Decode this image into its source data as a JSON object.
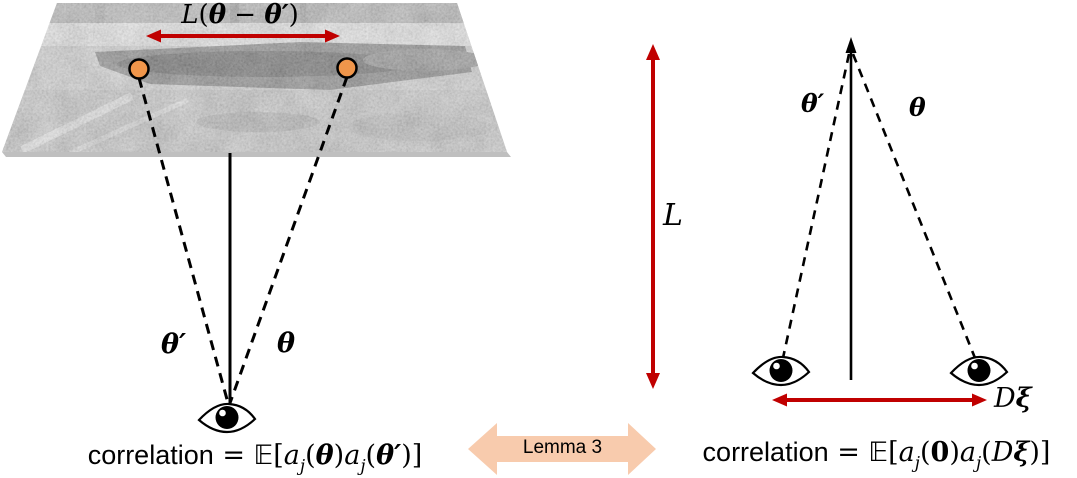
{
  "colors": {
    "arrow_red": "#C00000",
    "dot_orange": "#F0964B",
    "lemma_fill": "#F8CBAD"
  },
  "left_panel": {
    "top_label": [
      {
        "t": "L",
        "c": "it"
      },
      {
        "t": "(",
        "c": "rm"
      },
      {
        "t": "θ",
        "c": "bi"
      },
      {
        "t": " − ",
        "c": "rm"
      },
      {
        "t": "θ′",
        "c": "bi"
      },
      {
        "t": ")",
        "c": "rm"
      }
    ],
    "theta_prime_label": [
      {
        "t": "θ′",
        "c": "bi"
      }
    ],
    "theta_label": [
      {
        "t": "θ",
        "c": "bi"
      }
    ],
    "formula": [
      {
        "t": "correlation",
        "c": "sf"
      },
      {
        "t": " = ",
        "c": "rm"
      },
      {
        "t": "𝔼",
        "c": "bb"
      },
      {
        "t": "[",
        "c": "rm"
      },
      {
        "t": "a",
        "c": "it"
      },
      {
        "t": "j",
        "c": "sub"
      },
      {
        "t": "(",
        "c": "rm"
      },
      {
        "t": "θ",
        "c": "bi"
      },
      {
        "t": ")",
        "c": "rm"
      },
      {
        "t": "a",
        "c": "it"
      },
      {
        "t": "j",
        "c": "sub"
      },
      {
        "t": "(",
        "c": "rm"
      },
      {
        "t": "θ′",
        "c": "bi"
      },
      {
        "t": ")]",
        "c": "rm"
      }
    ]
  },
  "lemma_arrow": {
    "label": "Lemma 3"
  },
  "right_panel": {
    "distance_label": [
      {
        "t": "L",
        "c": "it"
      }
    ],
    "theta_prime_label": [
      {
        "t": "θ′",
        "c": "bi"
      }
    ],
    "theta_label": [
      {
        "t": "θ",
        "c": "bi"
      }
    ],
    "baseline_label": [
      {
        "t": "D",
        "c": "it"
      },
      {
        "t": "ξ",
        "c": "bi"
      }
    ],
    "formula": [
      {
        "t": "correlation",
        "c": "sf"
      },
      {
        "t": " = ",
        "c": "rm"
      },
      {
        "t": "𝔼",
        "c": "bb"
      },
      {
        "t": "[",
        "c": "rm"
      },
      {
        "t": "a",
        "c": "it"
      },
      {
        "t": "j",
        "c": "sub"
      },
      {
        "t": "(",
        "c": "rm"
      },
      {
        "t": "0",
        "c": "bf"
      },
      {
        "t": ")",
        "c": "rm"
      },
      {
        "t": "a",
        "c": "it"
      },
      {
        "t": "j",
        "c": "sub"
      },
      {
        "t": "(",
        "c": "rm"
      },
      {
        "t": "D",
        "c": "it"
      },
      {
        "t": "ξ",
        "c": "bi"
      },
      {
        "t": ")]",
        "c": "rm"
      }
    ]
  }
}
